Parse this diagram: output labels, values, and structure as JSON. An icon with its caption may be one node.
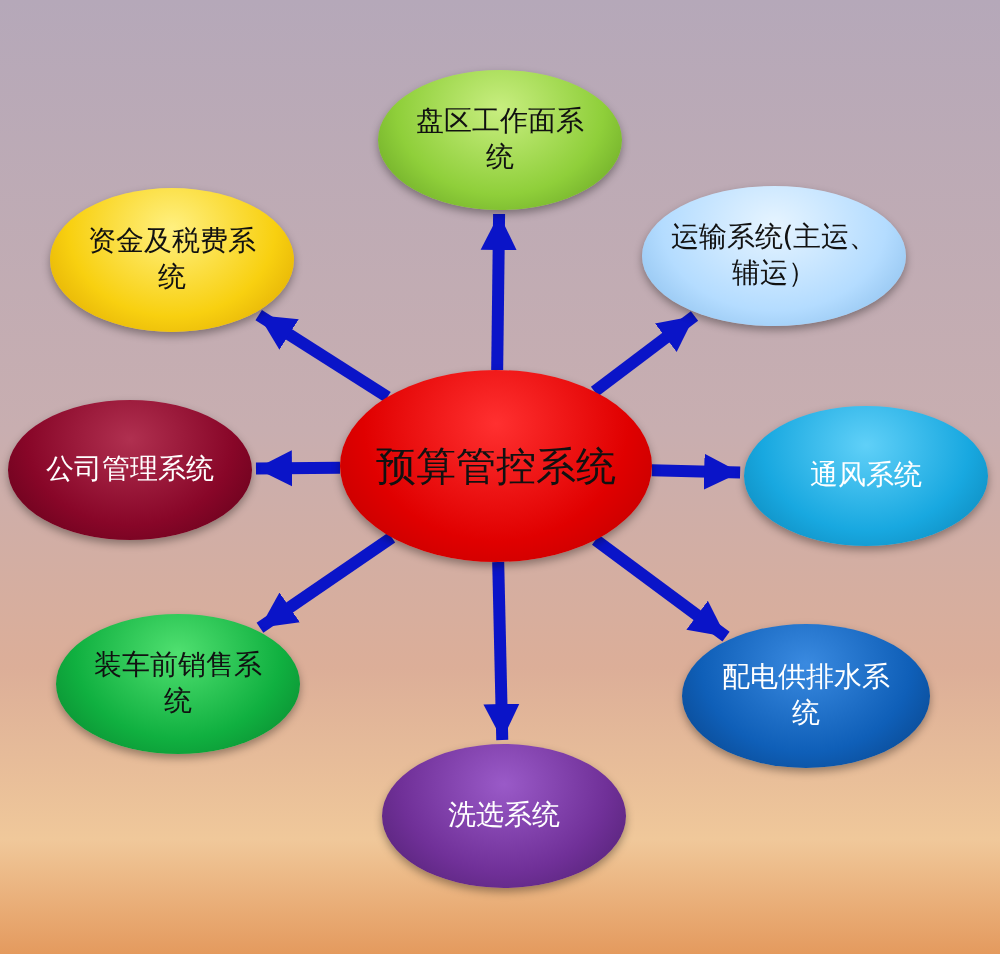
{
  "diagram": {
    "nodes": [
      {
        "text": [
          "预算管控系统"
        ]
      },
      {
        "text": [
          "盘区工作面系统"
        ]
      },
      {
        "text": [
          "运输系统(主运、辅运）"
        ]
      },
      {
        "text": [
          "通风系统"
        ]
      },
      {
        "text": [
          "配电供排水系统"
        ]
      },
      {
        "text": [
          "洗选系统"
        ]
      },
      {
        "text": [
          "装车前销售系统"
        ]
      },
      {
        "text": [
          "公司管理系统"
        ]
      },
      {
        "text": [
          "资金及税费系统"
        ]
      }
    ],
    "edges": [
      {
        "from": 0,
        "to": 1,
        "arrow": "to"
      },
      {
        "from": 0,
        "to": 2,
        "arrow": "to"
      },
      {
        "from": 0,
        "to": 3,
        "arrow": "to"
      },
      {
        "from": 0,
        "to": 4,
        "arrow": "to"
      },
      {
        "from": 0,
        "to": 5,
        "arrow": "to"
      },
      {
        "from": 0,
        "to": 6,
        "arrow": "to"
      },
      {
        "from": 0,
        "to": 7,
        "arrow": "to"
      },
      {
        "from": 0,
        "to": 8,
        "arrow": "to"
      }
    ]
  }
}
